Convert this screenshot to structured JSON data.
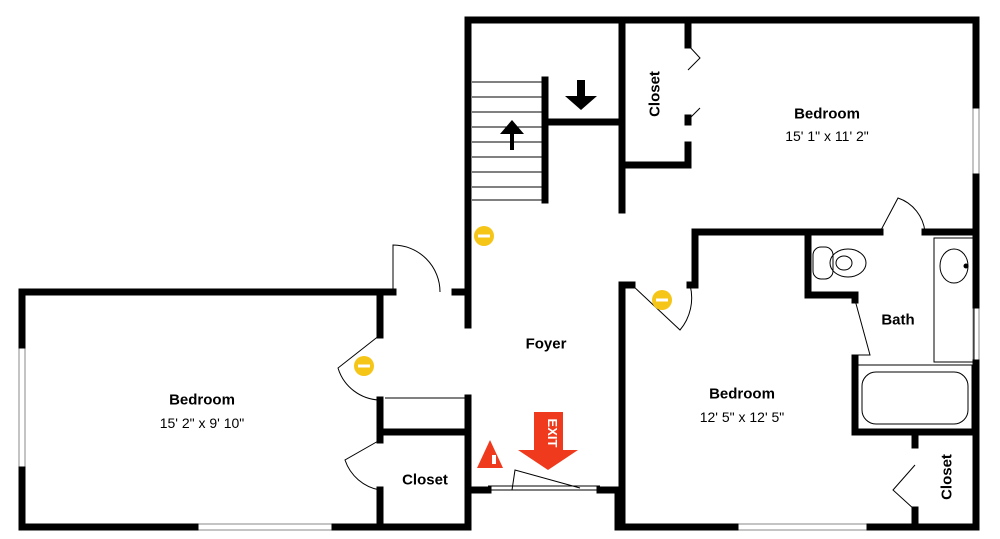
{
  "rooms": {
    "bedroom_top_right": {
      "name": "Bedroom",
      "size": "15' 1\" x 11' 2\""
    },
    "bedroom_left": {
      "name": "Bedroom",
      "size": "15' 2\" x 9' 10\""
    },
    "bedroom_lower_right": {
      "name": "Bedroom",
      "size": "12' 5\" x 12' 5\""
    },
    "foyer": {
      "name": "Foyer"
    },
    "bath": {
      "name": "Bath"
    },
    "closet_top": {
      "name": "Closet"
    },
    "closet_left": {
      "name": "Closet"
    },
    "closet_right": {
      "name": "Closet"
    }
  },
  "symbols": {
    "exit_label": "EXIT",
    "exit_color": "#f03a1e",
    "smoke_detector_color": "#f5c518"
  }
}
